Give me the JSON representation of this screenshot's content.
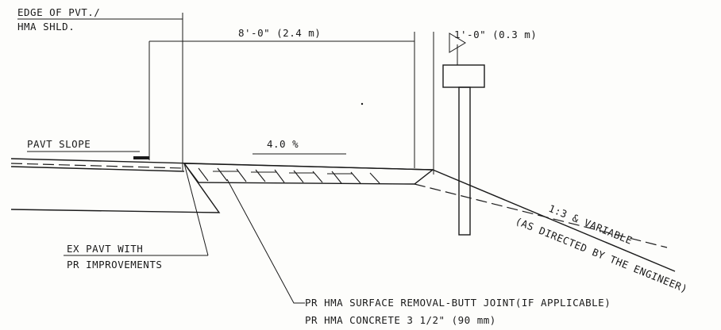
{
  "labels": {
    "edge_line1": "EDGE OF PVT./",
    "edge_line2": "HMA SHLD.",
    "width_dim": "8'-0\" (2.4 m)",
    "offset_dim": "1'-0\" (0.3 m)",
    "pavt_slope": "PAVT SLOPE",
    "slope_pct": "4.0 %",
    "side_slope_line1": "1:3 & VARIABLE",
    "side_slope_line2": "(AS DIRECTED BY THE ENGINEER)",
    "ex_pavt_line1": "EX PAVT WITH",
    "ex_pavt_line2": "PR IMPROVEMENTS",
    "note_line1": "PR HMA SURFACE REMOVAL-BUTT JOINT(IF APPLICABLE)",
    "note_line2": "PR HMA CONCRETE 3 1/2\" (90 mm)"
  }
}
